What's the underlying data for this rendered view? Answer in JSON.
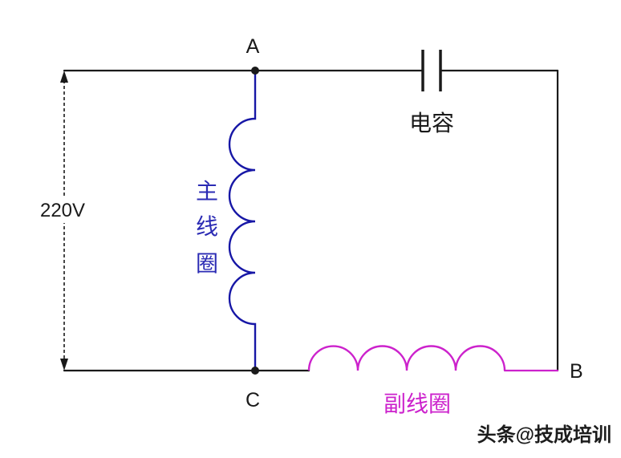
{
  "diagram": {
    "nodes": {
      "a": "A",
      "b": "B",
      "c": "C"
    },
    "voltage": {
      "label": "220V"
    },
    "capacitor": {
      "label": "电容",
      "color": "#1a1a1a"
    },
    "main_coil": {
      "label": "主线圈",
      "chars": [
        "主",
        "线",
        "圈"
      ],
      "coil_color": "#1717a6",
      "label_color": "#2b2bb4"
    },
    "secondary_coil": {
      "label": "副线圈",
      "coil_color": "#cc22cc",
      "label_color": "#cc22cc"
    },
    "watermark": {
      "label": "头条@技成培训"
    },
    "colors": {
      "wire": "#1a1a1a",
      "background": "#ffffff"
    }
  }
}
